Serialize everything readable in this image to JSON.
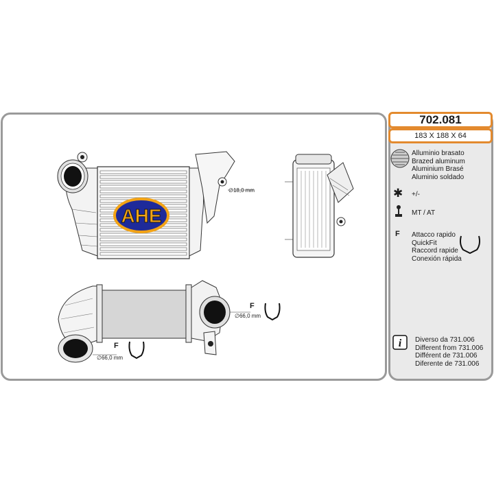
{
  "product": {
    "code": "702.081",
    "dimensions": "183 X 188 X 64"
  },
  "brand": {
    "logo_text": "AHE",
    "logo_fill": "#1e2a9a",
    "logo_stroke": "#f2a316"
  },
  "material": [
    "Alluminio brasato",
    "Brazed aluminum",
    "Aluminium Brasé",
    "Aluminio soldado"
  ],
  "ac_label": "+/-",
  "transmission_label": "MT / AT",
  "connection": {
    "letter": "F",
    "lines": [
      "Attacco rapido",
      "QuickFit",
      "Raccord rapide",
      "Conexión rápida"
    ]
  },
  "note": {
    "icon_letter": "i",
    "lines": [
      "Diverso da 731.006",
      "Different from 731.006",
      "Différent de 731.006",
      "Diferente de 731.006"
    ]
  },
  "drawing": {
    "mount_hole_dim": "∅18,0 mm",
    "outlet_dim": "∅66,0 mm",
    "inlet_dim": "∅66,0 mm",
    "fitting_letter": "F"
  },
  "colors": {
    "accent_orange": "#e38a2e",
    "frame_grey": "#9a9a9a",
    "panel_bg": "#eaeaea"
  }
}
